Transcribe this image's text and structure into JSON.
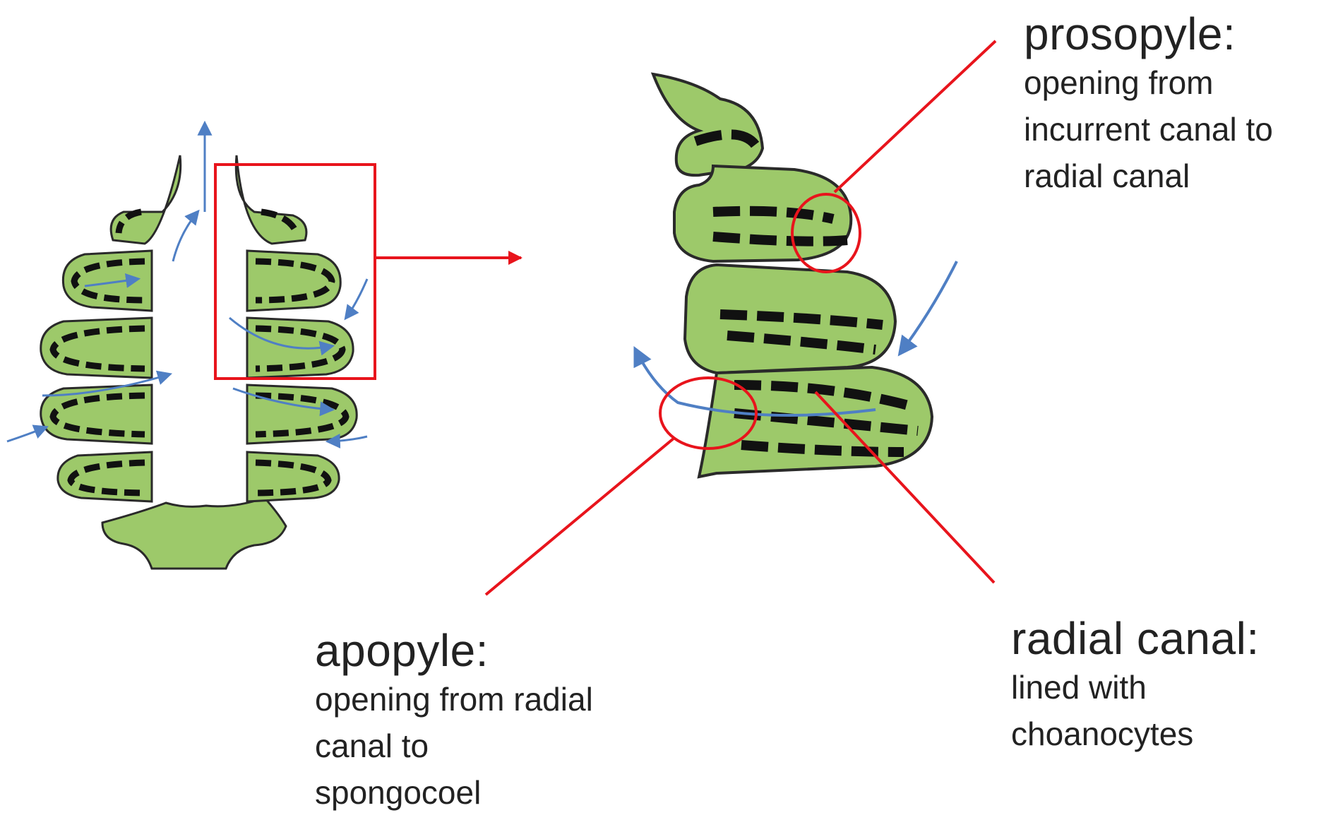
{
  "labels": {
    "prosopyle": {
      "term": "prosopyle:",
      "description_lines": [
        "opening from",
        "incurrent canal to",
        "radial canal"
      ]
    },
    "apopyle": {
      "term": "apopyle:",
      "description_lines": [
        "opening from radial",
        "canal to",
        "spongocoel"
      ]
    },
    "radial_canal": {
      "term": "radial canal:",
      "description_lines": [
        "lined with",
        "choanocytes"
      ]
    }
  },
  "colors": {
    "tissue_green": "#9dc96a",
    "outline": "#2a2a2a",
    "highlight_red": "#e8141c",
    "flow_blue": "#4f7fc4"
  }
}
